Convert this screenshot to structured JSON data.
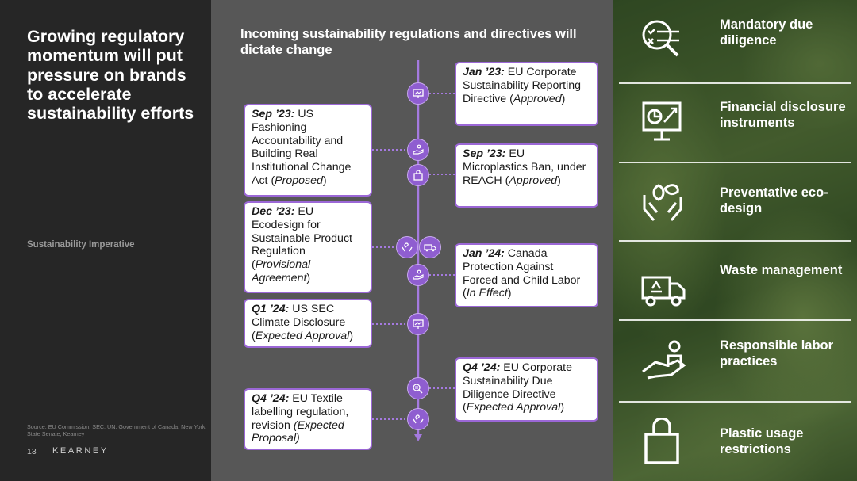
{
  "left": {
    "headline": "Growing regulatory momentum will put pressure on brands to accelerate sustainability efforts",
    "section_label": "Sustainability Imperative",
    "source": "Source: EU Commission, SEC, UN, Government of Canada, New York State Senate, Kearney",
    "page_number": "13",
    "brand": "KEARNEY"
  },
  "middle": {
    "title": "Incoming sustainability regulations and directives will dictate change",
    "cards": [
      {
        "date": "Jan ’23:",
        "text": " EU Corporate Sustainability Reporting Directive (",
        "status": "Approved",
        "end": ")"
      },
      {
        "date": "Sep ’23:",
        "text": " US Fashioning Accountability and Building Real Institutional Change Act (",
        "status": "Proposed",
        "end": ")"
      },
      {
        "date": "Sep ’23:",
        "text": " EU Microplastics Ban, under REACH (",
        "status": "Approved",
        "end": ")"
      },
      {
        "date": "Dec ’23:",
        "text": " EU Ecodesign for Sustainable Product Regulation (",
        "status": "Provisional Agreement",
        "end": ")"
      },
      {
        "date": "Jan ’24:",
        "text": " Canada Protection Against Forced and Child Labor (",
        "status": "In Effect",
        "end": ")"
      },
      {
        "date": "Q1 ’24:",
        "text": " US SEC Climate Disclosure (",
        "status": "Expected Approval",
        "end": ")"
      },
      {
        "date": "Q4 ’24:",
        "text": " EU Corporate Sustainability Due Diligence Directive (",
        "status": "Expected Approval",
        "end": ")"
      },
      {
        "date": "Q4 ’24:",
        "text": " EU Textile labelling regulation, revision ",
        "status": "(Expected Proposal)",
        "end": ""
      }
    ]
  },
  "right": {
    "items": [
      {
        "label": "Mandatory due diligence",
        "icon": "checklist-magnifier-icon"
      },
      {
        "label": "Financial disclosure instruments",
        "icon": "chart-monitor-icon"
      },
      {
        "label": "Preventative eco-design",
        "icon": "hands-leaf-icon"
      },
      {
        "label": "Waste management",
        "icon": "recycling-truck-icon"
      },
      {
        "label": "Responsible labor practices",
        "icon": "hand-person-icon"
      },
      {
        "label": "Plastic usage restrictions",
        "icon": "shopping-bag-icon"
      }
    ]
  },
  "colors": {
    "accent": "#8f5ed0",
    "card_border": "#9b67d6",
    "left_bg": "#262626",
    "middle_bg": "#575757"
  }
}
